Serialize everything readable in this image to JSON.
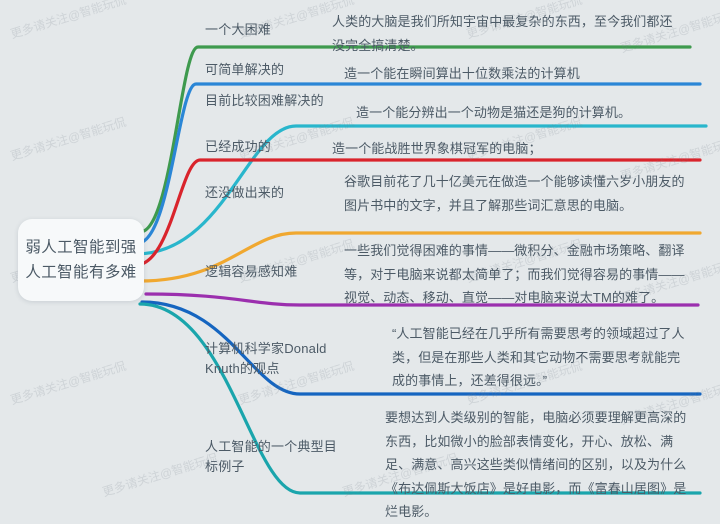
{
  "center": {
    "label": "弱人工智能到强人工智能有多难"
  },
  "watermark": {
    "text": "更多请关注@智能玩侃"
  },
  "colors": {
    "background": "#e4e8ea",
    "node_fill": "#f7f9fa",
    "text": "#4c5a66",
    "green": "#3e9a4e",
    "blue": "#2a86d6",
    "cyan": "#29b6cc",
    "red": "#d9242c",
    "orange": "#f0a830",
    "purple": "#9b2fae",
    "darkblue": "#1565c0",
    "teal": "#1aa5ac"
  },
  "branches": [
    {
      "topic": "一个大困难",
      "detail": "人类的大脑是我们所知宇宙中最复杂的东西，至今我们都还没完全搞清楚。",
      "color": "#3e9a4e",
      "color_name": "green"
    },
    {
      "topic": "可简单解决的",
      "detail": "造一个能在瞬间算出十位数乘法的计算机",
      "color": "#2a86d6",
      "color_name": "blue"
    },
    {
      "topic": "目前比较困难解决的",
      "detail": "造一个能分辨出一个动物是猫还是狗的计算机。",
      "color": "#29b6cc",
      "color_name": "cyan"
    },
    {
      "topic": "已经成功的",
      "detail": "造一个能战胜世界象棋冠军的电脑；",
      "color": "#d9242c",
      "color_name": "red"
    },
    {
      "topic": "还没做出来的",
      "detail": "谷歌目前花了几十亿美元在做造一个能够读懂六岁小朋友的图片书中的文字，并且了解那些词汇意思的电脑。",
      "color": "#f0a830",
      "color_name": "orange"
    },
    {
      "topic": "逻辑容易感知难",
      "detail": "一些我们觉得困难的事情——微积分、金融市场策略、翻译等，对于电脑来说都太简单了；而我们觉得容易的事情——视觉、动态、移动、直觉——对电脑来说太TM的难了。",
      "color": "#9b2fae",
      "color_name": "purple"
    },
    {
      "topic": "计算机科学家Donald Knuth的观点",
      "detail": "“人工智能已经在几乎所有需要思考的领域超过了人类，但是在那些人类和其它动物不需要思考就能完成的事情上，还差得很远。”",
      "color": "#1565c0",
      "color_name": "darkblue"
    },
    {
      "topic": "人工智能的一个典型目标例子",
      "detail": "要想达到人类级别的智能，电脑必须要理解更高深的东西，比如微小的脸部表情变化，开心、放松、满足、满意、高兴这些类似情绪间的区别，以及为什么《布达佩斯大饭店》是好电影，而《富春山居图》是烂电影。",
      "color": "#1aa5ac",
      "color_name": "teal"
    }
  ]
}
